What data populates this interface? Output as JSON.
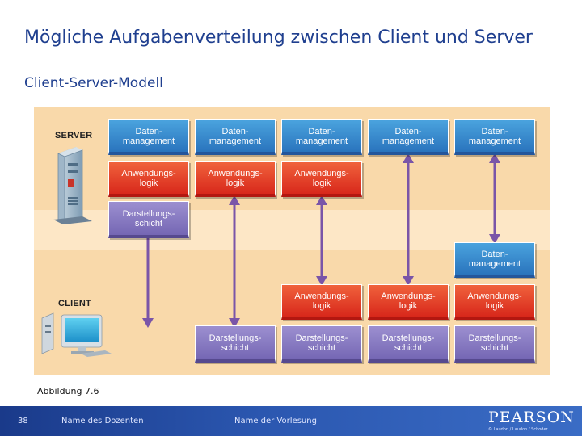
{
  "slide": {
    "title": "Mögliche Aufgabenverteilung zwischen Client und Server",
    "subtitle": "Client-Server-Modell",
    "caption": "Abbildung 7.6"
  },
  "diagram": {
    "server_label": "SERVER",
    "client_label": "CLIENT",
    "columns": [
      {
        "server": [
          "Daten-\nmanagement",
          "Anwendungs-\nlogik",
          "Darstellungs-\nschicht"
        ],
        "client": []
      },
      {
        "server": [
          "Daten-\nmanagement",
          "Anwendungs-\nlogik"
        ],
        "client": [
          "Darstellungs-\nschicht"
        ]
      },
      {
        "server": [
          "Daten-\nmanagement",
          "Anwendungs-\nlogik"
        ],
        "client": [
          "Anwendungs-\nlogik",
          "Darstellungs-\nschicht"
        ]
      },
      {
        "server": [
          "Daten-\nmanagement"
        ],
        "client": [
          "Anwendungs-\nlogik",
          "Darstellungs-\nschicht"
        ]
      },
      {
        "server": [
          "Daten-\nmanagement"
        ],
        "client": [
          "Daten-\nmanagement",
          "Anwendungs-\nlogik",
          "Darstellungs-\nschicht"
        ]
      }
    ],
    "colors": {
      "data": "#2a74bd",
      "logic": "#d8281b",
      "presentation": "#7567b4",
      "arrow": "#7a55a8"
    }
  },
  "footer": {
    "page_number": "38",
    "lecturer": "Name des Dozenten",
    "lecture": "Name der Vorlesung",
    "brand": "PEARSON",
    "brand_sub": "© Laudon / Laudon / Schoder"
  }
}
